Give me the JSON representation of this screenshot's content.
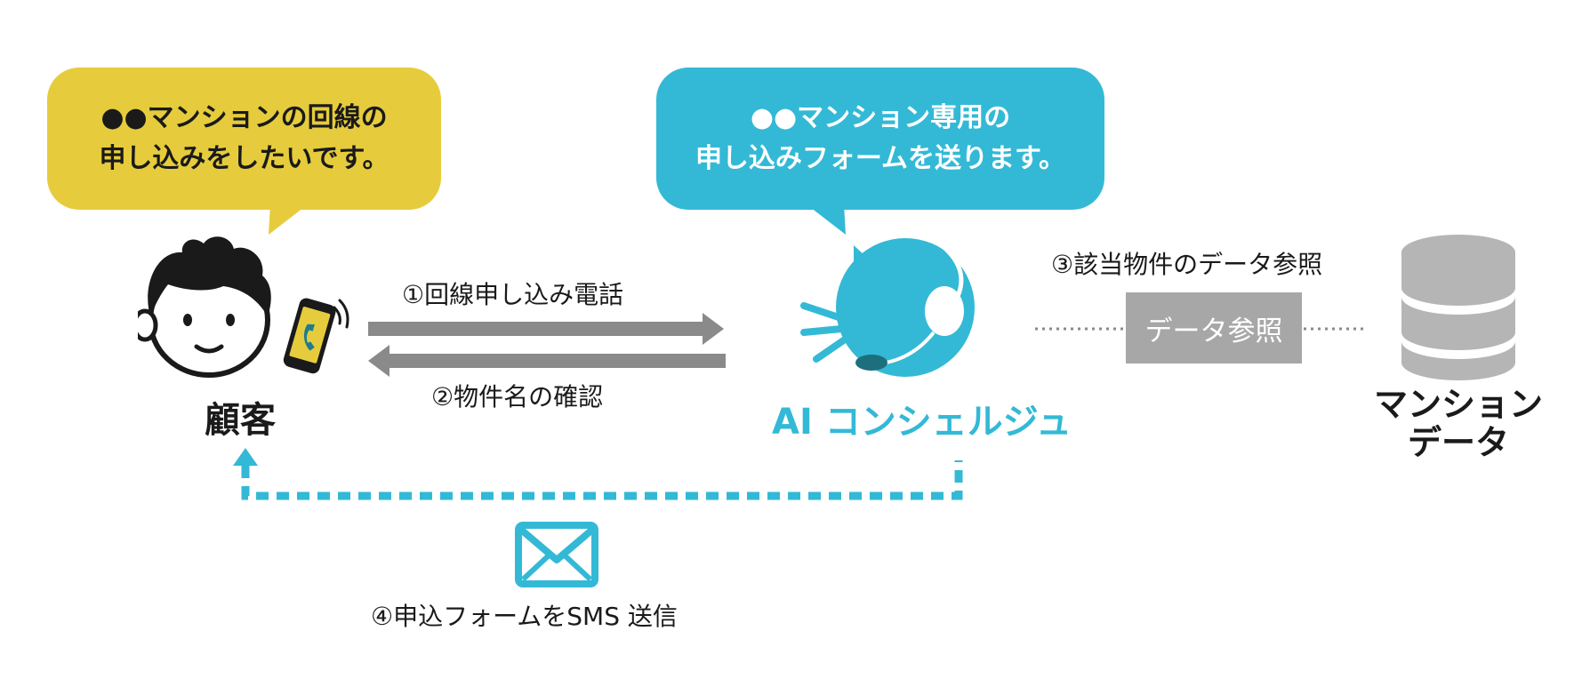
{
  "bubbles": {
    "customer": {
      "line1": "●●マンションの回線の",
      "line2": "申し込みをしたいです。"
    },
    "concierge": {
      "line1": "●●マンション専用の",
      "line2": "申し込みフォームを送ります。"
    }
  },
  "actors": {
    "customer": "顧客",
    "concierge": "AI コンシェルジュ",
    "database": {
      "line1": "マンション",
      "line2": "データ"
    }
  },
  "steps": {
    "step1": "①回線申し込み電話",
    "step2": "②物件名の確認",
    "step3": "③該当物件のデータ参照",
    "step4": "④申込フォームをSMS 送信"
  },
  "data_box": "データ参照",
  "icons": {
    "person": "person-icon",
    "phone": "smartphone-icon",
    "concierge": "ai-concierge-headset-icon",
    "database": "database-icon",
    "mail": "envelope-icon"
  },
  "colors": {
    "yellow": "#e6cc3c",
    "cyan": "#33b9d6",
    "gray": "#8a8a8a",
    "db_gray": "#b5b5b5",
    "dark": "#1a1a1a"
  }
}
